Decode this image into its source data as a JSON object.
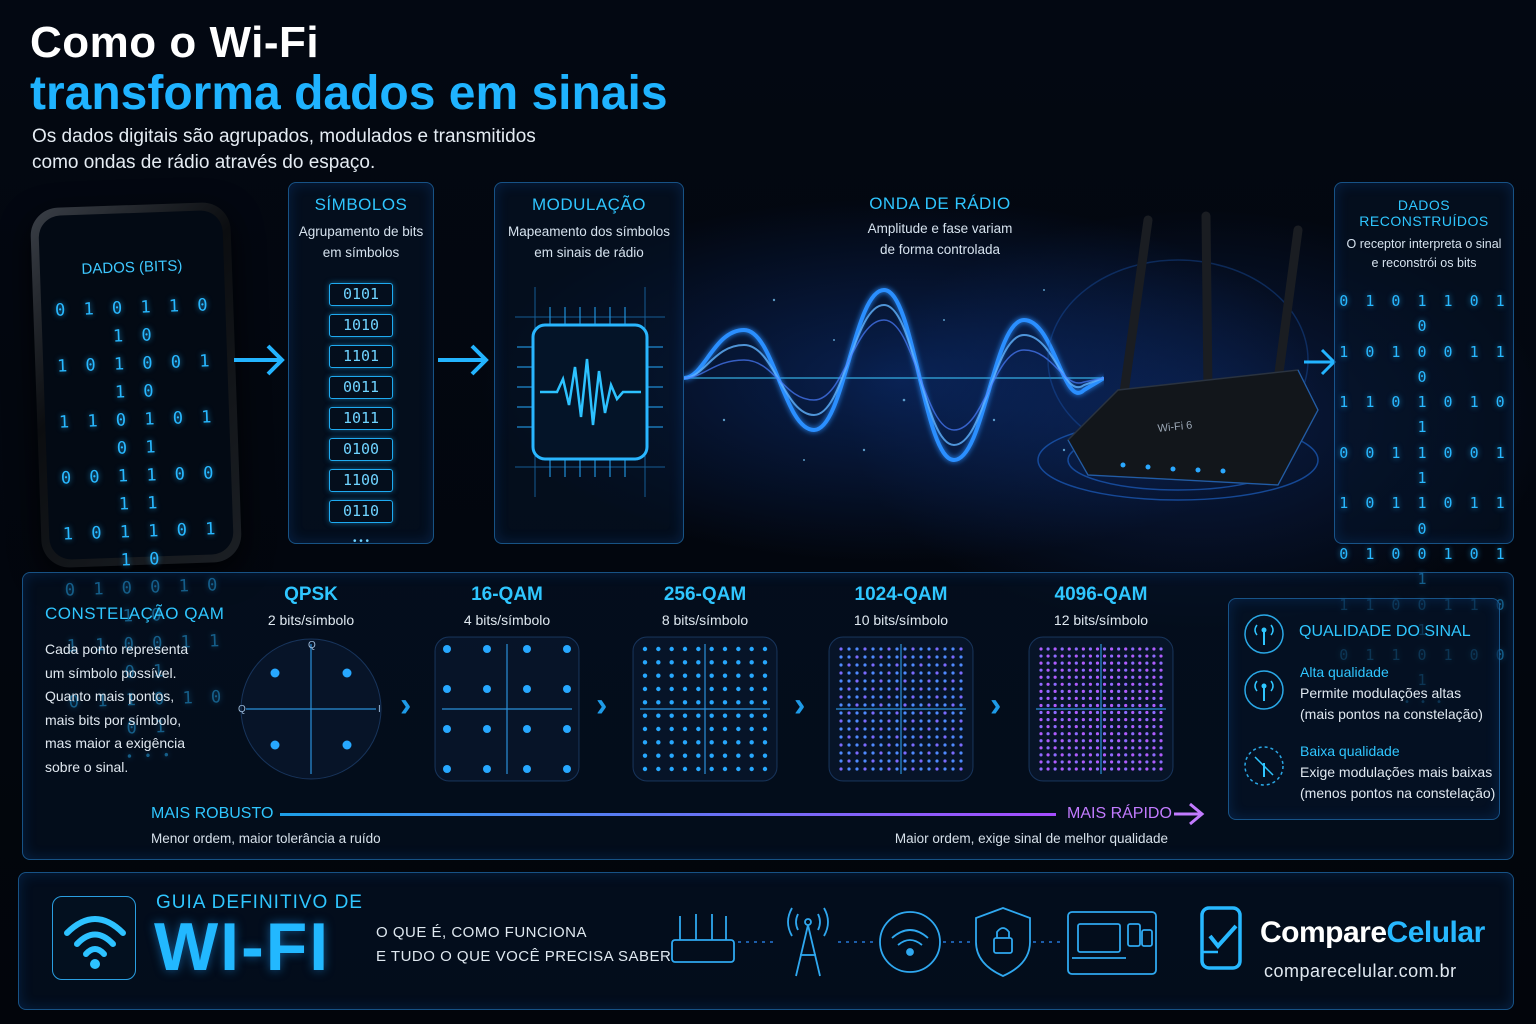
{
  "header": {
    "title_line1": "Como o Wi-Fi",
    "title_line2": "transforma dados em sinais",
    "subtitle": "Os dados digitais são agrupados, modulados e transmitidos como ondas de rádio através do espaço."
  },
  "flow": {
    "phone": {
      "label": "DADOS (BITS)",
      "bits": [
        "0 1 0 1 1 0 1 0",
        "1 0 1 0 0 1 1 0",
        "1 1 0 1 0 1 0 1",
        "0 0 1 1 0 0 1 1",
        "1 0 1 1 0 1 1 0",
        "0 1 0 0 1 0 1 0",
        "1 1 0 0 1 1 0 1",
        "0 1 1 0 1 0 0 1"
      ],
      "ellipsis": "• • •"
    },
    "symbols": {
      "title": "SÍMBOLOS",
      "desc1": "Agrupamento de bits",
      "desc2": "em símbolos",
      "items": [
        "0101",
        "1010",
        "1101",
        "0011",
        "1011",
        "0100",
        "1100",
        "0110"
      ],
      "ellipsis": "• • •"
    },
    "modulation": {
      "title": "MODULAÇÃO",
      "desc1": "Mapeamento dos símbolos",
      "desc2": "em sinais de rádio"
    },
    "wave": {
      "title": "ONDA DE RÁDIO",
      "desc1": "Amplitude e fase variam",
      "desc2": "de forma controlada"
    },
    "router": {
      "label": "Wi-Fi 6"
    },
    "reconstructed": {
      "title": "DADOS RECONSTRUÍDOS",
      "desc1": "O receptor interpreta o sinal",
      "desc2": "e reconstrói os bits",
      "bits": [
        "0 1 0 1 1 0 1 0",
        "1 0 1 0 0 1 1 0",
        "1 1 0 1 0 1 0 1",
        "0 0 1 1 0 0 1 1",
        "1 0 1 1 0 1 1 0",
        "0 1 0 0 1 0 1 1",
        "1 1 0 0 1 1 0 1",
        "0 1 1 0 1 0 0 1"
      ],
      "ellipsis": "• • •"
    }
  },
  "qam": {
    "title": "CONSTELAÇÃO QAM",
    "desc": [
      "Cada ponto representa",
      "um símbolo possível.",
      "Quanto mais pontos,",
      "mais bits por símbolo,",
      "mas maior a exigência",
      "sobre o sinal."
    ],
    "levels": [
      {
        "name": "QPSK",
        "bits": "2 bits/símbolo",
        "grid": 2
      },
      {
        "name": "16-QAM",
        "bits": "4 bits/símbolo",
        "grid": 4
      },
      {
        "name": "256-QAM",
        "bits": "8 bits/símbolo",
        "grid": 10
      },
      {
        "name": "1024-QAM",
        "bits": "10 bits/símbolo",
        "grid": 16
      },
      {
        "name": "4096-QAM",
        "bits": "12 bits/símbolo",
        "grid": 18
      }
    ],
    "axis_q": "Q",
    "axis_i": "I",
    "robust_label": "MAIS ROBUSTO",
    "robust_desc": "Menor ordem, maior tolerância a ruído",
    "fast_label": "MAIS RÁPIDO",
    "fast_desc": "Maior ordem, exige sinal de melhor qualidade"
  },
  "quality": {
    "title": "QUALIDADE DO SINAL",
    "high_title": "Alta qualidade",
    "high_desc1": "Permite modulações altas",
    "high_desc2": "(mais pontos na constelação)",
    "low_title": "Baixa qualidade",
    "low_desc1": "Exige modulações mais baixas",
    "low_desc2": "(menos pontos na constelação)"
  },
  "footer": {
    "guide_line1": "GUIA DEFINITIVO DE",
    "guide_line2": "WI-FI",
    "tag1": "O QUE É, COMO FUNCIONA",
    "tag2": "E TUDO O QUE VOCÊ PRECISA SABER",
    "brand_a": "Compare",
    "brand_b": "Celular",
    "url": "comparecelular.com.br"
  },
  "colors": {
    "accent": "#1fb3ff",
    "purple": "#b05cff",
    "panel_border": "#288cdc"
  }
}
